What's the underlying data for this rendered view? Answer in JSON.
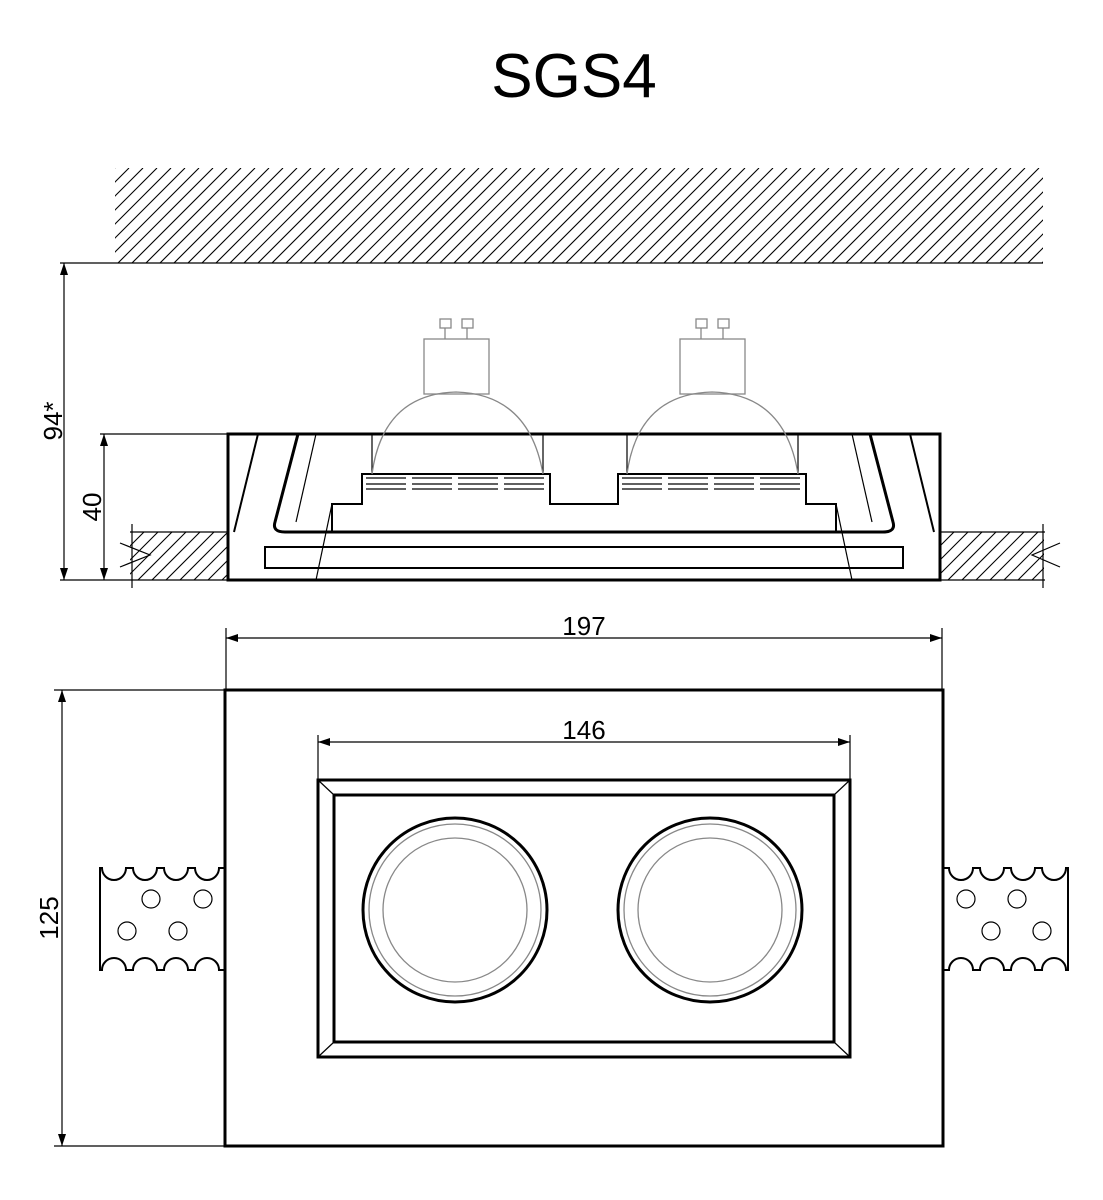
{
  "title": "SGS4",
  "dimensions": {
    "height_total": "94*",
    "height_body": "40",
    "width_outer": "197",
    "width_inner": "146",
    "depth": "125"
  }
}
